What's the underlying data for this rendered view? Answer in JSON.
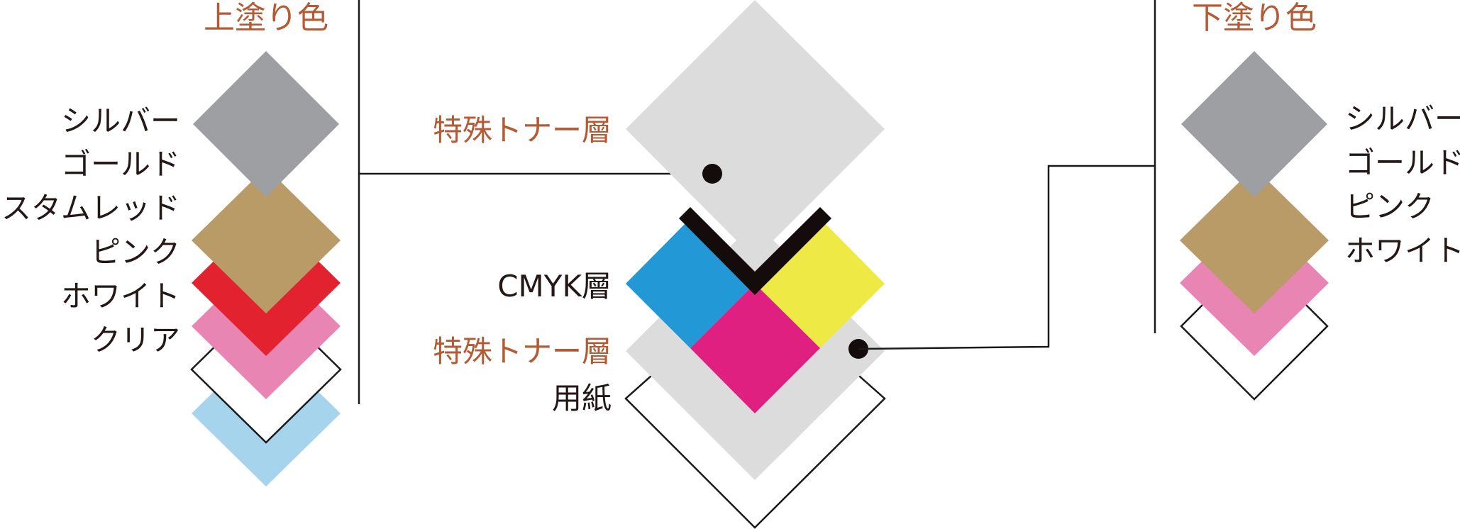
{
  "colors": {
    "accent_text": "#b45a34",
    "body_text": "#231815",
    "silver": "#9d9fa3",
    "gold": "#b99b68",
    "custom_red": "#e2222f",
    "pink": "#e985b2",
    "white": "#ffffff",
    "clear": "#a5d4ec",
    "special_toner": "#dcdcdc",
    "cyan": "#2299d6",
    "magenta": "#e02080",
    "yellow": "#eee944",
    "black": "#140c0a",
    "outline": "#1a1a1a"
  },
  "top_coat": {
    "heading": "上塗り色",
    "items": [
      {
        "label": "シルバー",
        "icon": "silver-swatch"
      },
      {
        "label": "ゴールド",
        "icon": "gold-swatch"
      },
      {
        "label": "カスタムレッド",
        "icon": "custom-red-swatch"
      },
      {
        "label": "ピンク",
        "icon": "pink-swatch"
      },
      {
        "label": "ホワイト",
        "icon": "white-swatch"
      },
      {
        "label": "クリア",
        "icon": "clear-swatch"
      }
    ]
  },
  "center": {
    "special_toner_top": "特殊トナー層",
    "cmyk": "CMYK層",
    "special_toner_bottom": "特殊トナー層",
    "paper": "用紙"
  },
  "under_coat": {
    "heading": "下塗り色",
    "items": [
      {
        "label": "シルバー",
        "icon": "silver-swatch"
      },
      {
        "label": "ゴールド",
        "icon": "gold-swatch"
      },
      {
        "label": "ピンク",
        "icon": "pink-swatch"
      },
      {
        "label": "ホワイト",
        "icon": "white-swatch"
      }
    ]
  }
}
